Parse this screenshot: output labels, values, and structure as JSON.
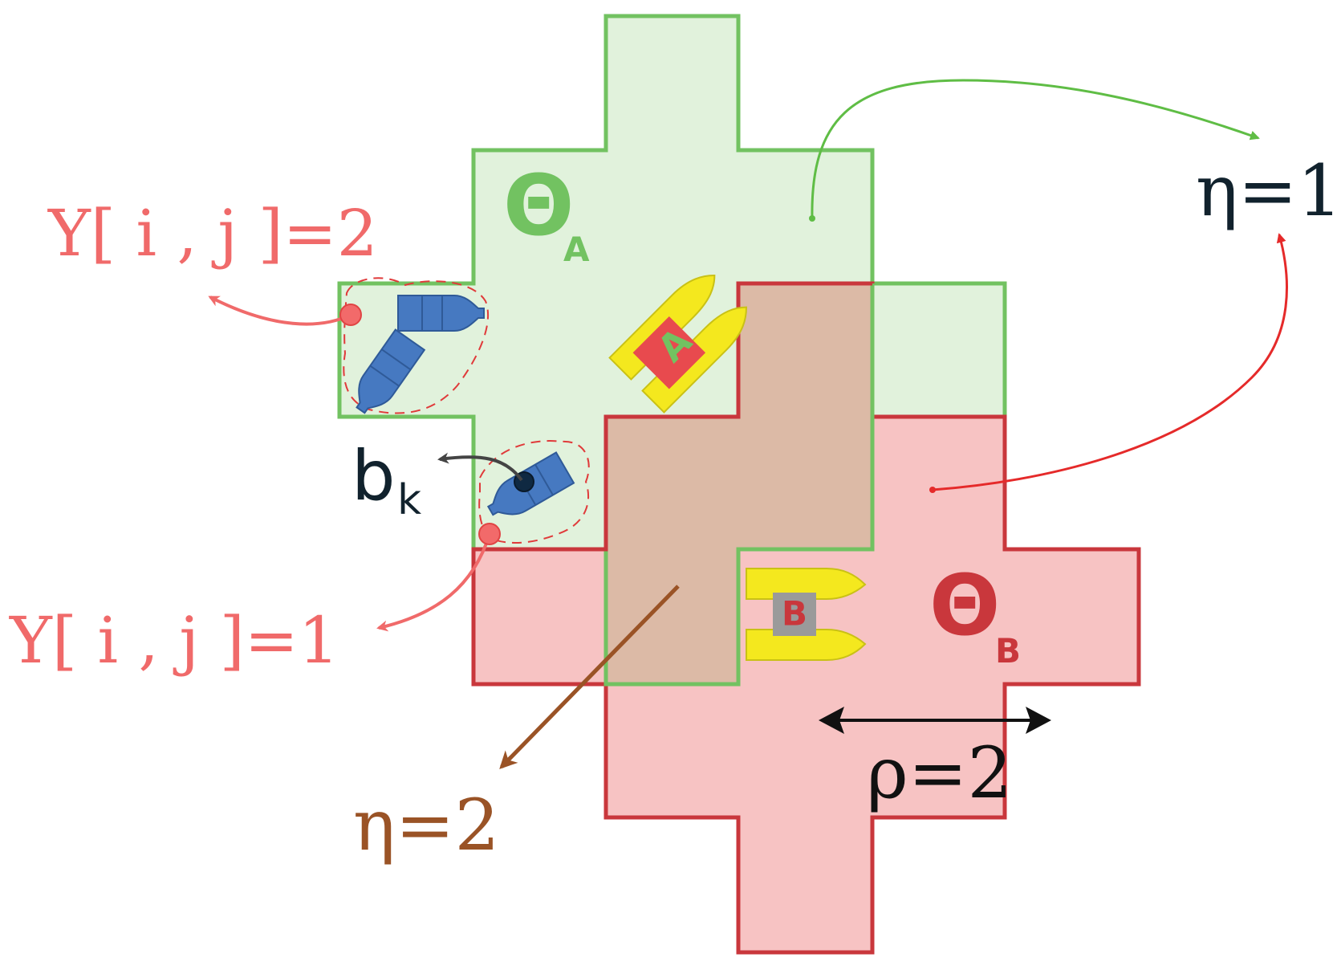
{
  "colors": {
    "green_fill": "#e1f2dc",
    "green_stroke": "#72c261",
    "red_fill": "#f7c3c3",
    "red_stroke": "#c9373c",
    "overlap_fill": "#dcbaa6",
    "label_red": "#f06a6a",
    "arrow_red": "#e52a2a",
    "eta2": "#9a5326",
    "dark": "#11222d",
    "boat_blue": "#4679c1",
    "boat_yellow": "#f4e81e",
    "marker_a_bg": "#e84a4e",
    "marker_b_bg": "#9a9a9a"
  },
  "labels": {
    "theta_a_main": "Θ",
    "theta_a_sub": "A",
    "theta_b_main": "Θ",
    "theta_b_sub": "B",
    "eta1": "η=1",
    "eta2": "η=2",
    "rho": "ρ=2",
    "y2": "Y[ i , j ]=2",
    "y1": "Y[ i , j ]=1",
    "bk_main": "b",
    "bk_sub": "k",
    "marker_a": "A",
    "marker_b": "B"
  },
  "icons": [
    "blue-boat-icon",
    "yellow-agent-boat-icon"
  ]
}
